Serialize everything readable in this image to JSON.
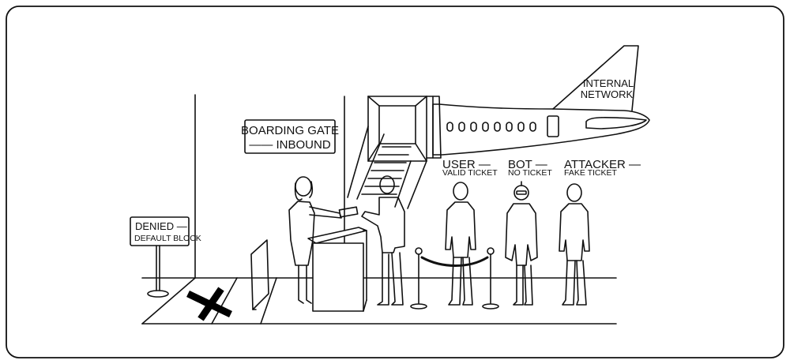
{
  "signs": {
    "boarding_line1": "BOARDING GATE",
    "boarding_line2": "—— INBOUND",
    "denied_line1": "DENIED —",
    "denied_line2": "DEFAULT BLOCK"
  },
  "plane": {
    "tail_line1": "INTERNAL",
    "tail_line2": "NETWORK"
  },
  "queue": {
    "user_title": "USER —",
    "user_sub": "VALID TICKET",
    "bot_title": "BOT —",
    "bot_sub": "NO TICKET",
    "attacker_title": "ATTACKER —",
    "attacker_sub": "FAKE TICKET"
  }
}
